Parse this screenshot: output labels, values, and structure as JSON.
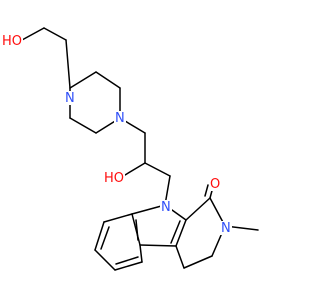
{
  "molecule": {
    "atoms": {
      "ho_label": "HO",
      "piperazine_n1": "N",
      "piperazine_n4": "N",
      "hydroxy_label": "HO",
      "indole_n": "N",
      "carbonyl_o": "O",
      "lactam_n": "N"
    },
    "colors": {
      "oxygen": "#ff0d0d",
      "nitrogen": "#3050f8",
      "bond": "#000000",
      "background": "#ffffff"
    }
  }
}
